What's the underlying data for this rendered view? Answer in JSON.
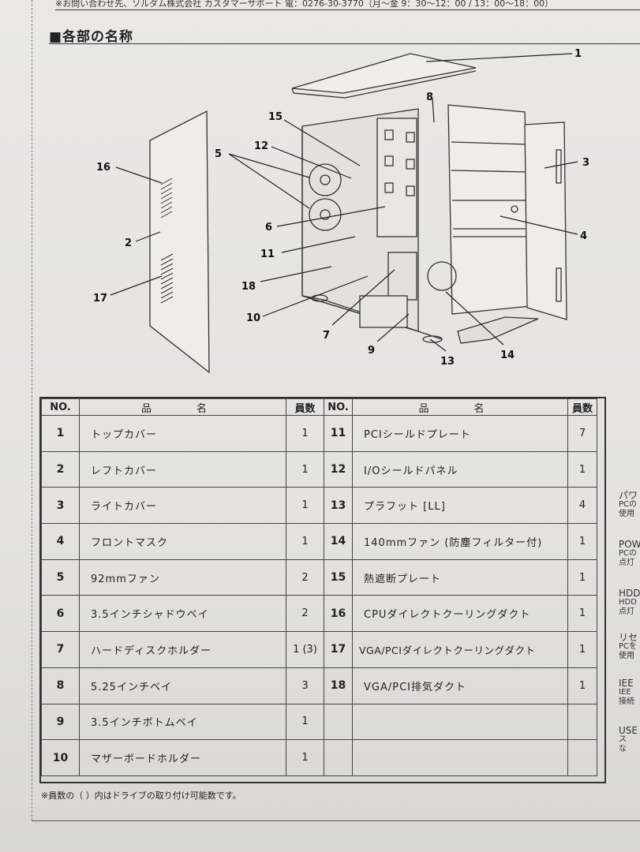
{
  "header": {
    "contact_line": "※お問い合わせ先、ソルダム株式会社 カスタマーサポート 電：0276-30-3770（月〜金 9：30〜12：00 / 13：00〜18：00）"
  },
  "section": {
    "title": "■各部の名称"
  },
  "diagram": {
    "callouts": [
      "1",
      "2",
      "3",
      "4",
      "5",
      "6",
      "7",
      "8",
      "9",
      "10",
      "11",
      "12",
      "13",
      "14",
      "15",
      "16",
      "17",
      "18"
    ]
  },
  "table": {
    "headers": {
      "no": "NO.",
      "name": "品　名",
      "qty": "員数"
    },
    "left": [
      {
        "no": "1",
        "name": "トップカバー",
        "qty": "1"
      },
      {
        "no": "2",
        "name": "レフトカバー",
        "qty": "1"
      },
      {
        "no": "3",
        "name": "ライトカバー",
        "qty": "1"
      },
      {
        "no": "4",
        "name": "フロントマスク",
        "qty": "1"
      },
      {
        "no": "5",
        "name": "92mmファン",
        "qty": "2"
      },
      {
        "no": "6",
        "name": "3.5インチシャドウベイ",
        "qty": "2"
      },
      {
        "no": "7",
        "name": "ハードディスクホルダー",
        "qty": "1 (3)"
      },
      {
        "no": "8",
        "name": "5.25インチベイ",
        "qty": "3"
      },
      {
        "no": "9",
        "name": "3.5インチボトムベイ",
        "qty": "1"
      },
      {
        "no": "10",
        "name": "マザーボードホルダー",
        "qty": "1"
      }
    ],
    "right": [
      {
        "no": "11",
        "name": "PCIシールドプレート",
        "qty": "7"
      },
      {
        "no": "12",
        "name": "I/Oシールドパネル",
        "qty": "1"
      },
      {
        "no": "13",
        "name": "プラフット [LL]",
        "qty": "4"
      },
      {
        "no": "14",
        "name": "140mmファン (防塵フィルター付)",
        "qty": "1"
      },
      {
        "no": "15",
        "name": "熱遮断プレート",
        "qty": "1"
      },
      {
        "no": "16",
        "name": "CPUダイレクトクーリングダクト",
        "qty": "1"
      },
      {
        "no": "17",
        "name": "VGA/PCIダイレクトクーリングダクト",
        "qty": "1"
      },
      {
        "no": "18",
        "name": "VGA/PCI排気ダクト",
        "qty": "1"
      },
      {
        "no": "",
        "name": "",
        "qty": ""
      },
      {
        "no": "",
        "name": "",
        "qty": ""
      }
    ]
  },
  "footnote": "※員数の（ ）内はドライブの取り付け可能数です。",
  "side_cut_text": [
    {
      "h": "パワ",
      "s1": "PCの",
      "s2": "使用"
    },
    {
      "h": "POWE",
      "s1": "PCの",
      "s2": "点灯"
    },
    {
      "h": "HDD",
      "s1": "HDD",
      "s2": "点灯"
    },
    {
      "h": "リセ",
      "s1": "PCを",
      "s2": "使用"
    },
    {
      "h": "IEE",
      "s1": "IEE",
      "s2": "接続"
    },
    {
      "h": "USE",
      "s1": "ス",
      "s2": "な"
    }
  ],
  "colors": {
    "paper": "#e7e6e1",
    "ink": "#222222"
  }
}
